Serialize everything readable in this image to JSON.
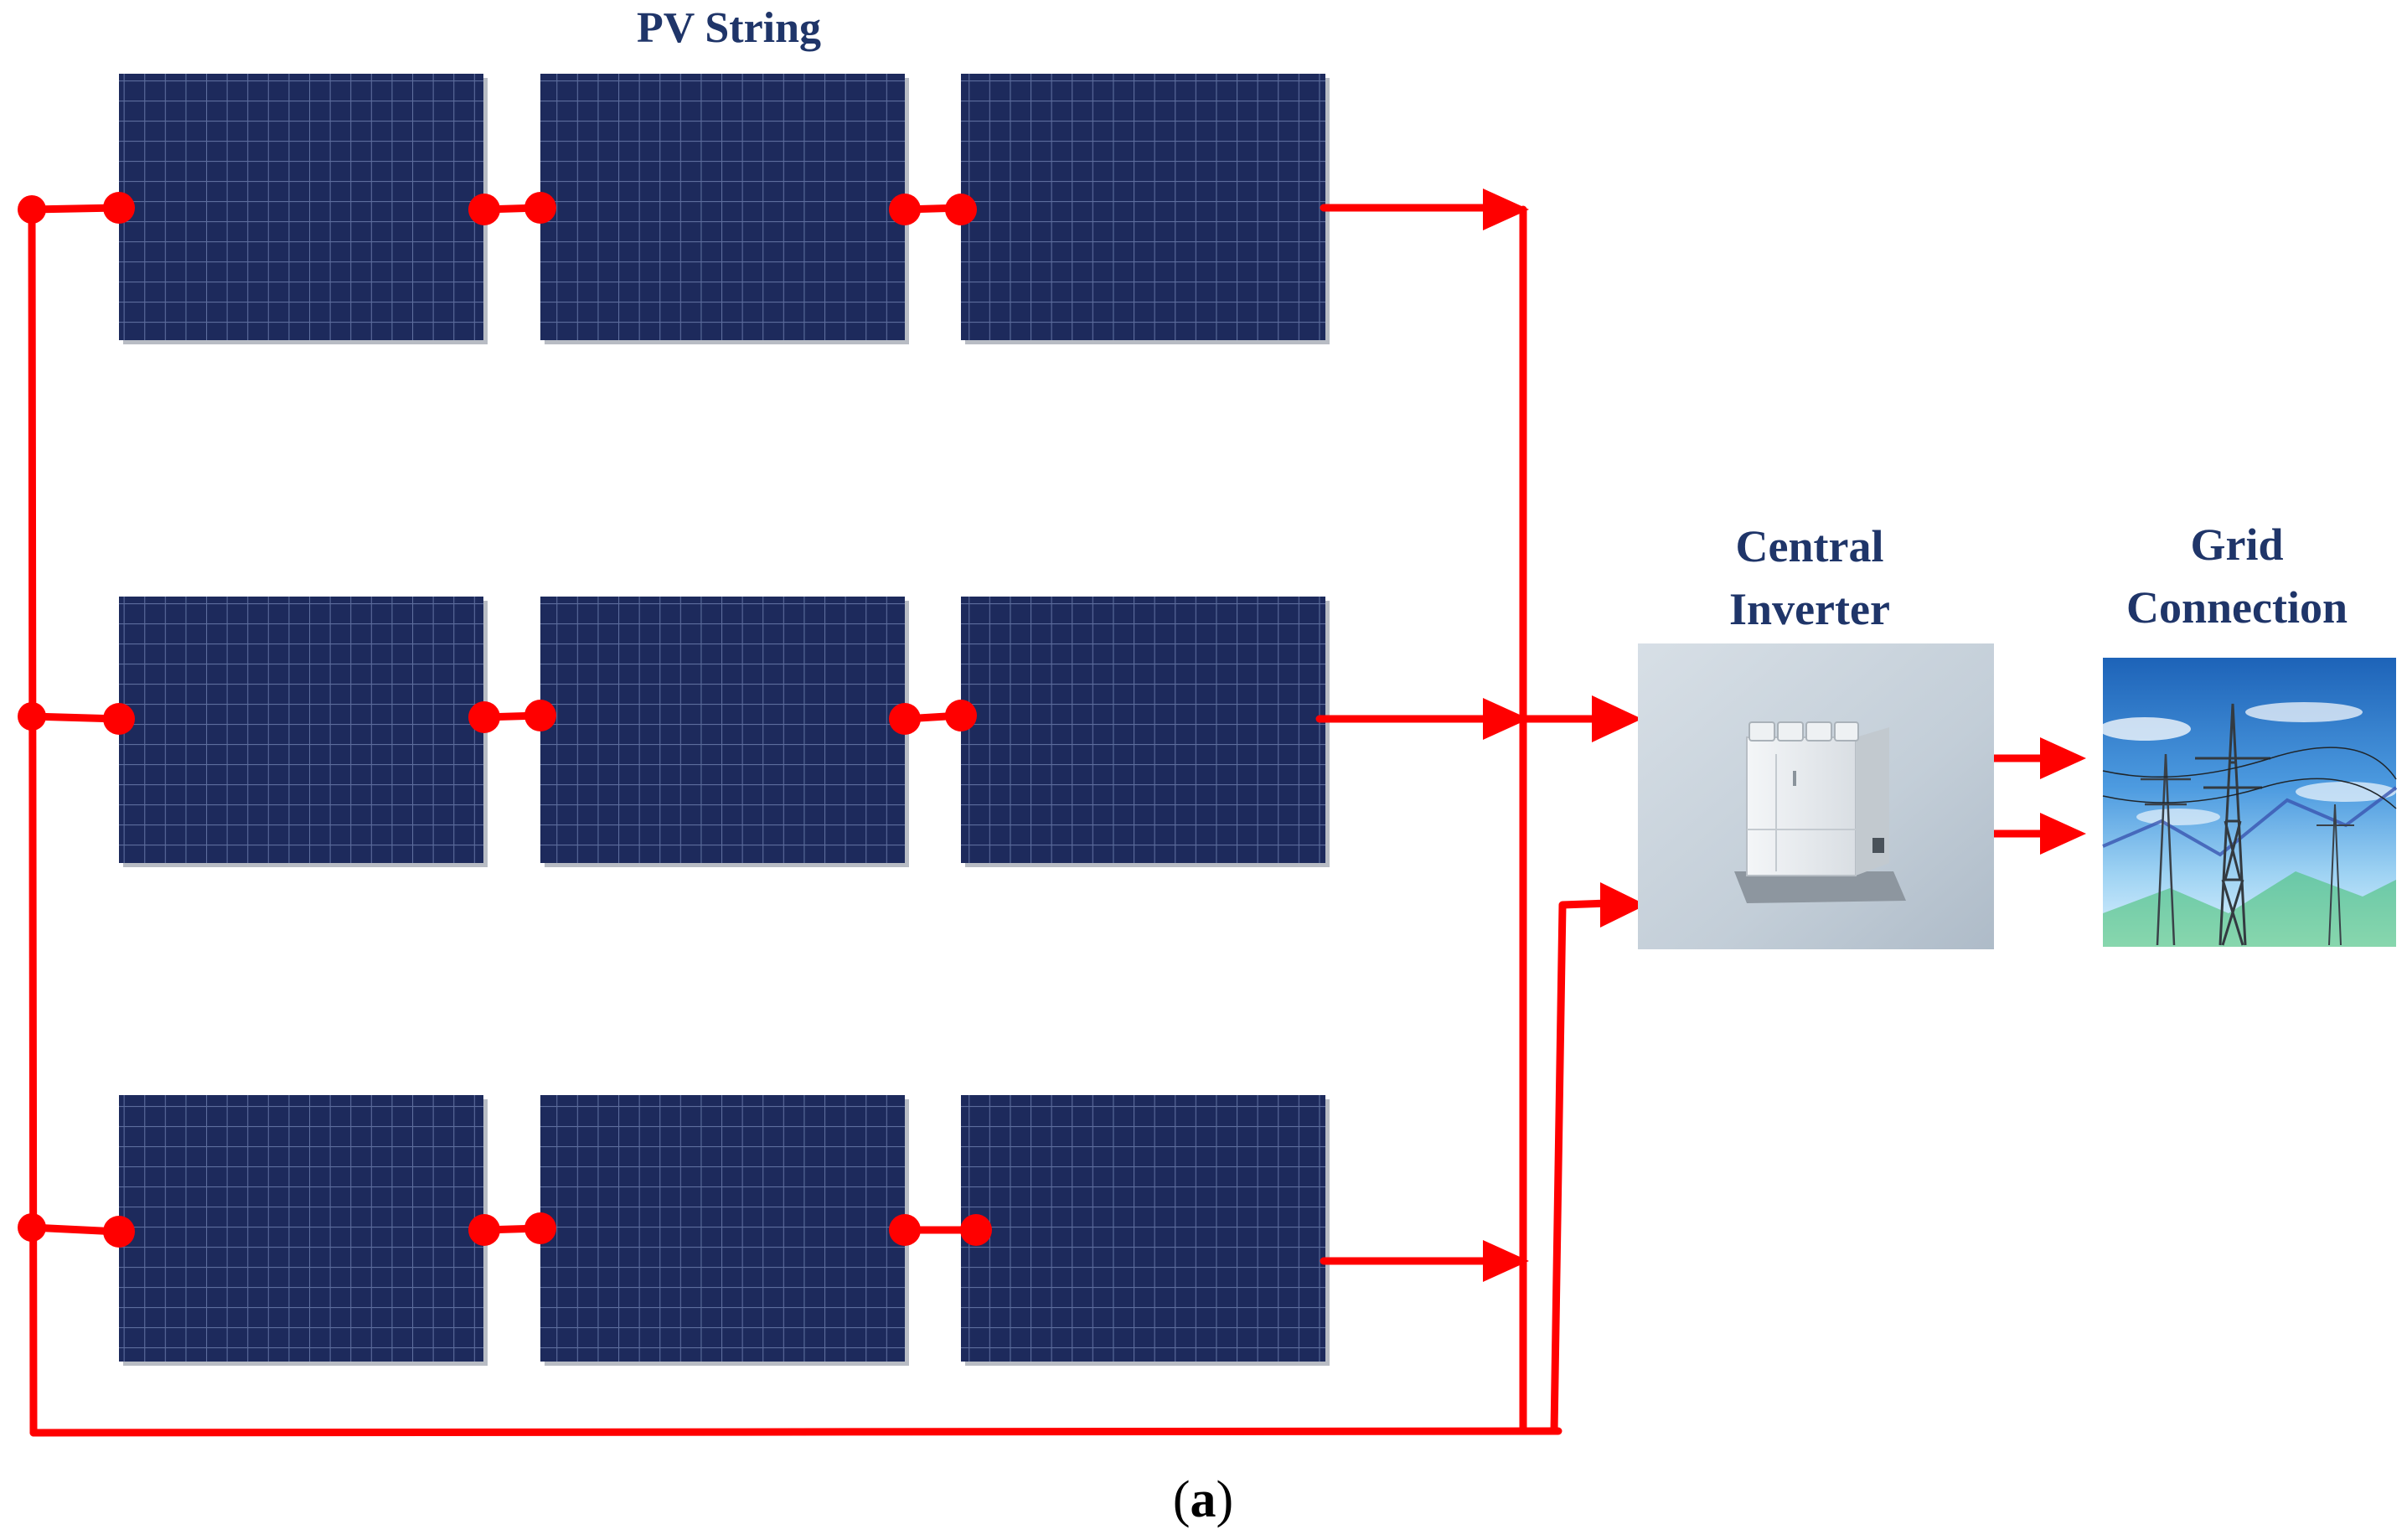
{
  "title": "PV String",
  "inverter": {
    "line1": "Central",
    "line2": "Inverter"
  },
  "grid": {
    "line1": "Grid",
    "line2": "Connection"
  },
  "caption": {
    "open": "(",
    "letter": "a",
    "close": ")"
  },
  "colors": {
    "wire": "#ff0000",
    "panel": "#1d2a5c",
    "panel_grid": "#5c6c9c",
    "label": "#1f3569",
    "inverter_bg": "#c9d3dc",
    "grid_sky": "#2f7fc8"
  },
  "strings": [
    {
      "panels": 3
    },
    {
      "panels": 3
    },
    {
      "panels": 3
    }
  ]
}
